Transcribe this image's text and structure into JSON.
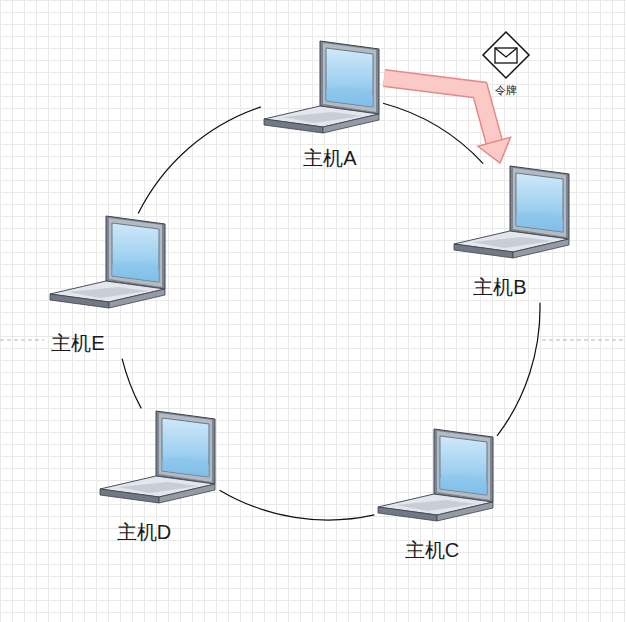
{
  "diagram": {
    "nodes": [
      {
        "text": [
          "主机A"
        ]
      },
      {
        "text": [
          "主机B"
        ]
      },
      {
        "text": [
          "主机C"
        ]
      },
      {
        "text": [
          "主机D"
        ]
      },
      {
        "text": [
          "主机E"
        ]
      },
      {
        "text": [
          "令牌"
        ]
      }
    ],
    "edges": [
      {
        "from": 0,
        "to": 1,
        "arrow": "none"
      },
      {
        "from": 1,
        "to": 2,
        "arrow": "none"
      },
      {
        "from": 2,
        "to": 3,
        "arrow": "none"
      },
      {
        "from": 3,
        "to": 4,
        "arrow": "none"
      },
      {
        "from": 4,
        "to": 0,
        "arrow": "none"
      },
      {
        "from": 0,
        "to": 1,
        "arrow": "to"
      }
    ]
  }
}
